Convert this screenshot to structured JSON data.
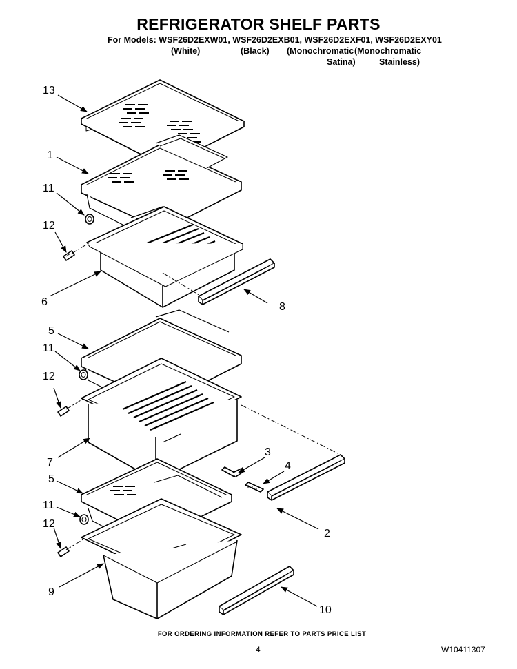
{
  "header": {
    "title": "REFRIGERATOR SHELF PARTS",
    "models_line": "For Models: WSF26D2EXW01, WSF26D2EXB01, WSF26D2EXF01, WSF26D2EXY01",
    "variants": {
      "white": "(White)",
      "black": "(Black)",
      "satina_1": "(Monochromatic",
      "satina_2": "Satina)",
      "stainless_1": "(Monochromatic",
      "stainless_2": "Stainless)"
    }
  },
  "callouts": {
    "c13": "13",
    "c1": "1",
    "c11a": "11",
    "c12a": "12",
    "c6": "6",
    "c8": "8",
    "c5a": "5",
    "c11b": "11",
    "c12b": "12",
    "c7": "7",
    "c3": "3",
    "c4": "4",
    "c2": "2",
    "c5b": "5",
    "c11c": "11",
    "c12c": "12",
    "c9": "9",
    "c10": "10"
  },
  "footer": {
    "ordering_note": "FOR ORDERING INFORMATION REFER TO PARTS PRICE LIST",
    "page_number": "4",
    "doc_number": "W10411307"
  }
}
